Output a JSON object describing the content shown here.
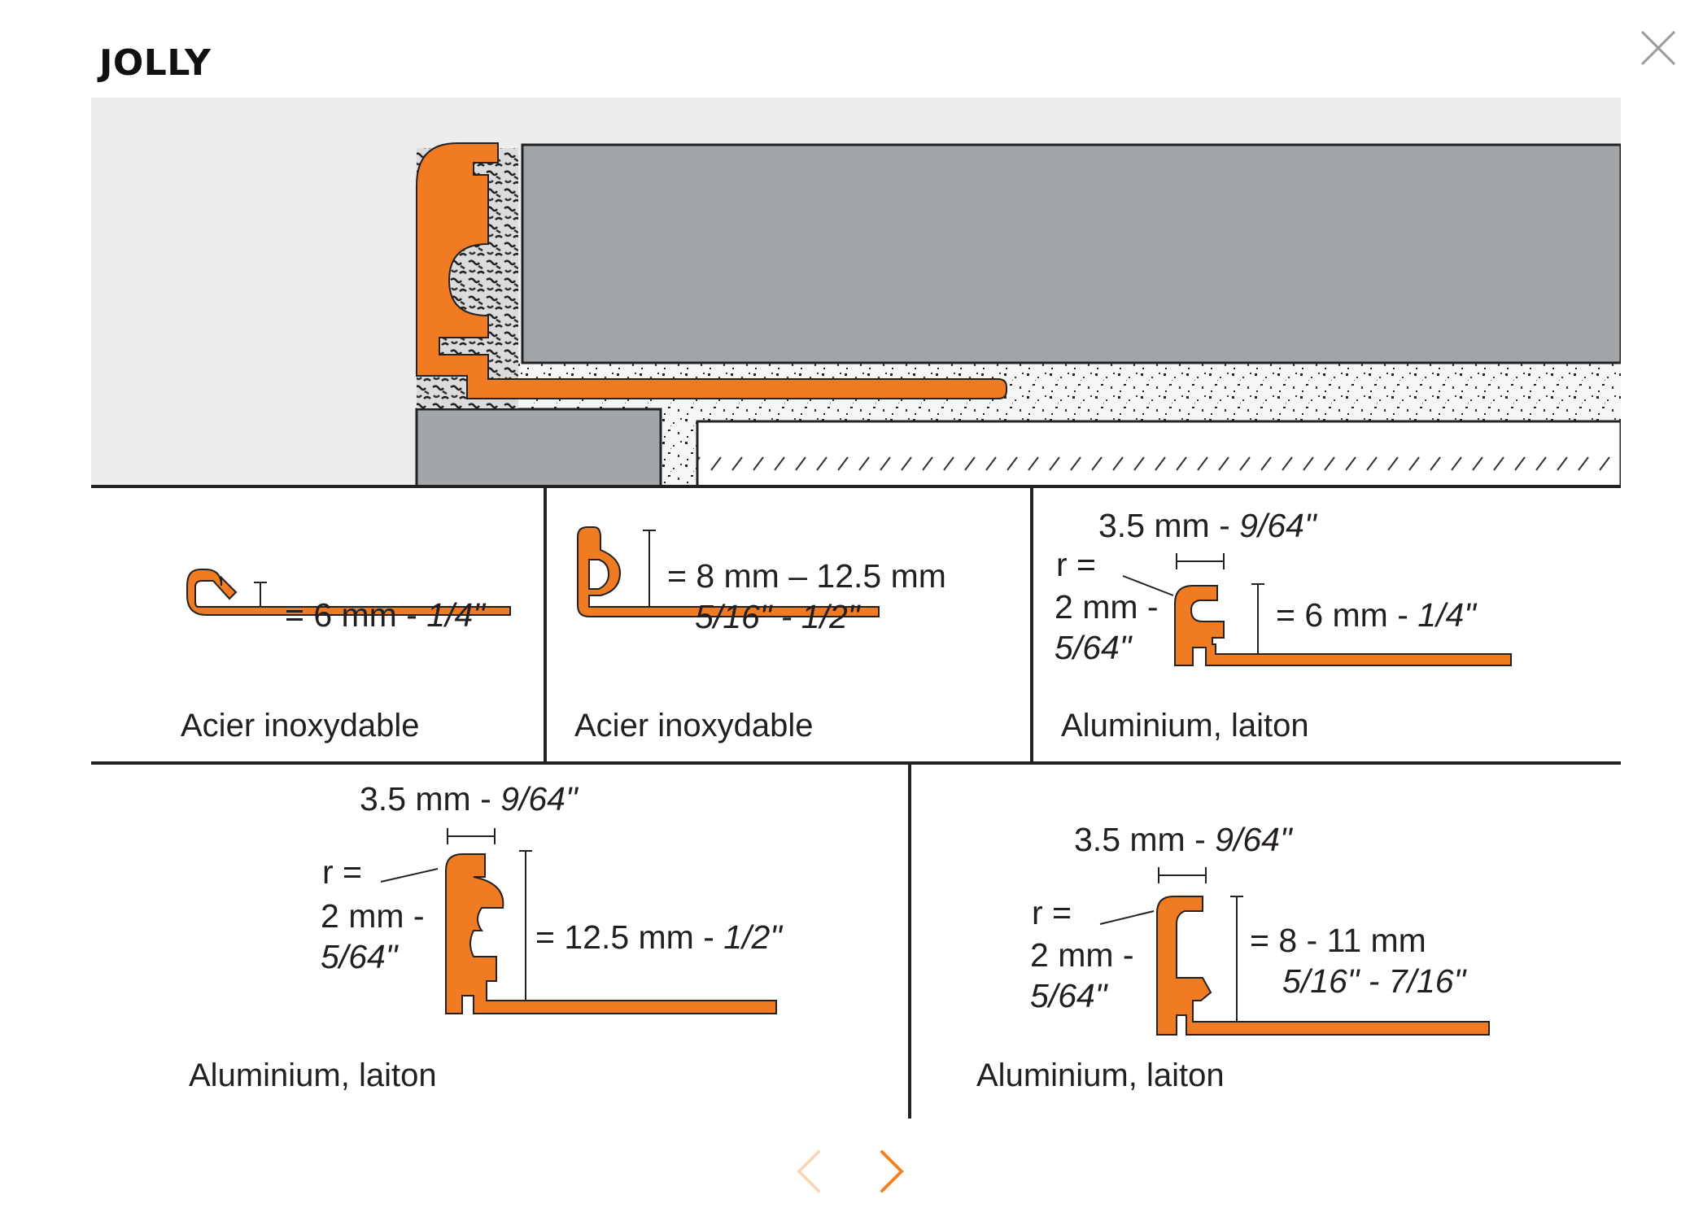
{
  "modal": {
    "title": "JOLLY",
    "close_icon": "close-icon",
    "prev_icon": "chevron-left-icon",
    "next_icon": "chevron-right-icon",
    "accent_color": "#f58220"
  },
  "figure": {
    "colors": {
      "profile": "#f07b23",
      "tile": "#a3a6a8",
      "background": "#ededee"
    },
    "panels": [
      {
        "dimension": "= 6 mm - ",
        "dimension_italic": "1/4\"",
        "material": "Acier inoxydable"
      },
      {
        "dimension": "= 8 mm – 12.5 mm",
        "dimension_line2": "5/16\" - 1/2\"",
        "material": "Acier inoxydable"
      },
      {
        "width": "3.5 mm - ",
        "width_italic": "9/64\"",
        "radius_label": "r =",
        "radius": "2 mm -",
        "radius_in": "5/64\"",
        "dimension": "= 6 mm - ",
        "dimension_italic": "1/4\"",
        "material": "Aluminium, laiton"
      },
      {
        "width": "3.5 mm - ",
        "width_italic": "9/64\"",
        "radius_label": "r =",
        "radius": "2 mm -",
        "radius_in": "5/64\"",
        "dimension": "= 12.5 mm - ",
        "dimension_italic": "1/2\"",
        "material": "Aluminium, laiton"
      },
      {
        "width": "3.5 mm - ",
        "width_italic": "9/64\"",
        "radius_label": "r =",
        "radius": "2 mm -",
        "radius_in": "5/64\"",
        "dimension": "= 8 - 11 mm",
        "dimension_line2": "5/16\" - 7/16\"",
        "material": "Aluminium, laiton"
      }
    ]
  }
}
